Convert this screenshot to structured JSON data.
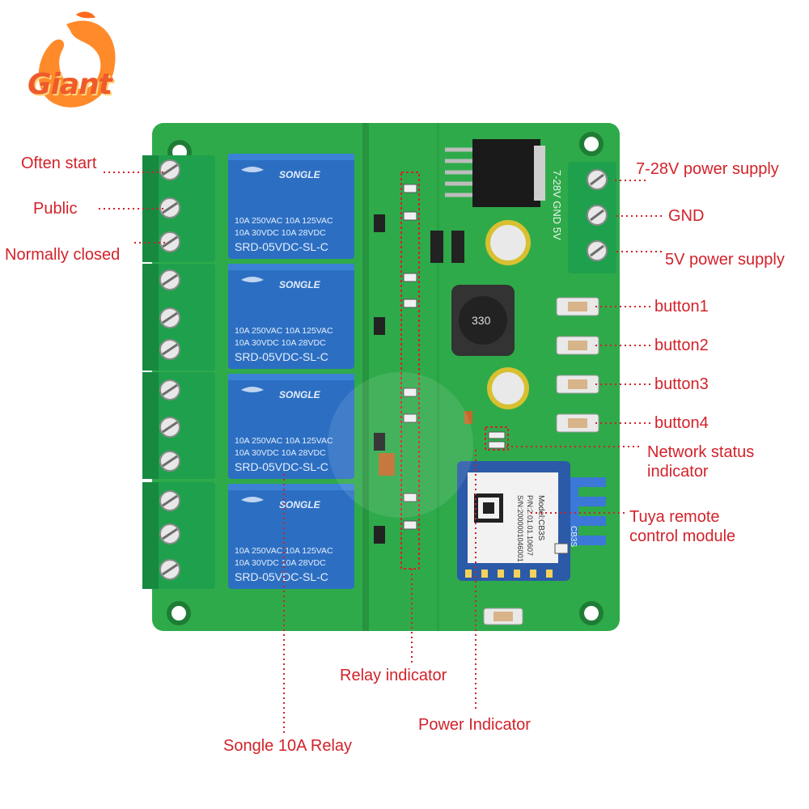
{
  "brand": {
    "name": "Giant"
  },
  "colors": {
    "board": "#2faa4a",
    "terminal": "#1fa04d",
    "relay": "#2c6fc2",
    "label": "#d2222a",
    "chip": "#f2f2f2"
  },
  "relays": [
    {
      "brand": "SONGLE",
      "line1": "10A 250VAC  10A 125VAC",
      "line2": "10A 30VDC  10A 28VDC",
      "model": "SRD-05VDC-SL-C"
    },
    {
      "brand": "SONGLE",
      "line1": "10A 250VAC  10A 125VAC",
      "line2": "10A 30VDC  10A 28VDC",
      "model": "SRD-05VDC-SL-C"
    },
    {
      "brand": "SONGLE",
      "line1": "10A 250VAC  10A 125VAC",
      "line2": "10A 30VDC  10A 28VDC",
      "model": "SRD-05VDC-SL-C"
    },
    {
      "brand": "SONGLE",
      "line1": "10A 250VAC  10A 125VAC",
      "line2": "10A 30VDC  10A 28VDC",
      "model": "SRD-05VDC-SL-C"
    }
  ],
  "board_text": {
    "inductor": "330",
    "power_silk": "7-28V GND 5V",
    "module_model": "Model:CB3S",
    "module_pn": "P/N:2.01.01.10607",
    "module_sn": "S/N:2000001046001",
    "antenna_silk": "CB3S"
  },
  "labels": {
    "often_start": "Often start",
    "public": "Public",
    "normally_closed": "Normally closed",
    "power_7_28v": "7-28V power supply",
    "gnd": "GND",
    "power_5v": "5V power supply",
    "button1": "button1",
    "button2": "button2",
    "button3": "button3",
    "button4": "button4",
    "network_status": "Network status\nindicator",
    "tuya_module": "Tuya remote\ncontrol module",
    "relay_indicator": "Relay indicator",
    "power_indicator": "Power Indicator",
    "songle_relay": "Songle 10A Relay"
  }
}
